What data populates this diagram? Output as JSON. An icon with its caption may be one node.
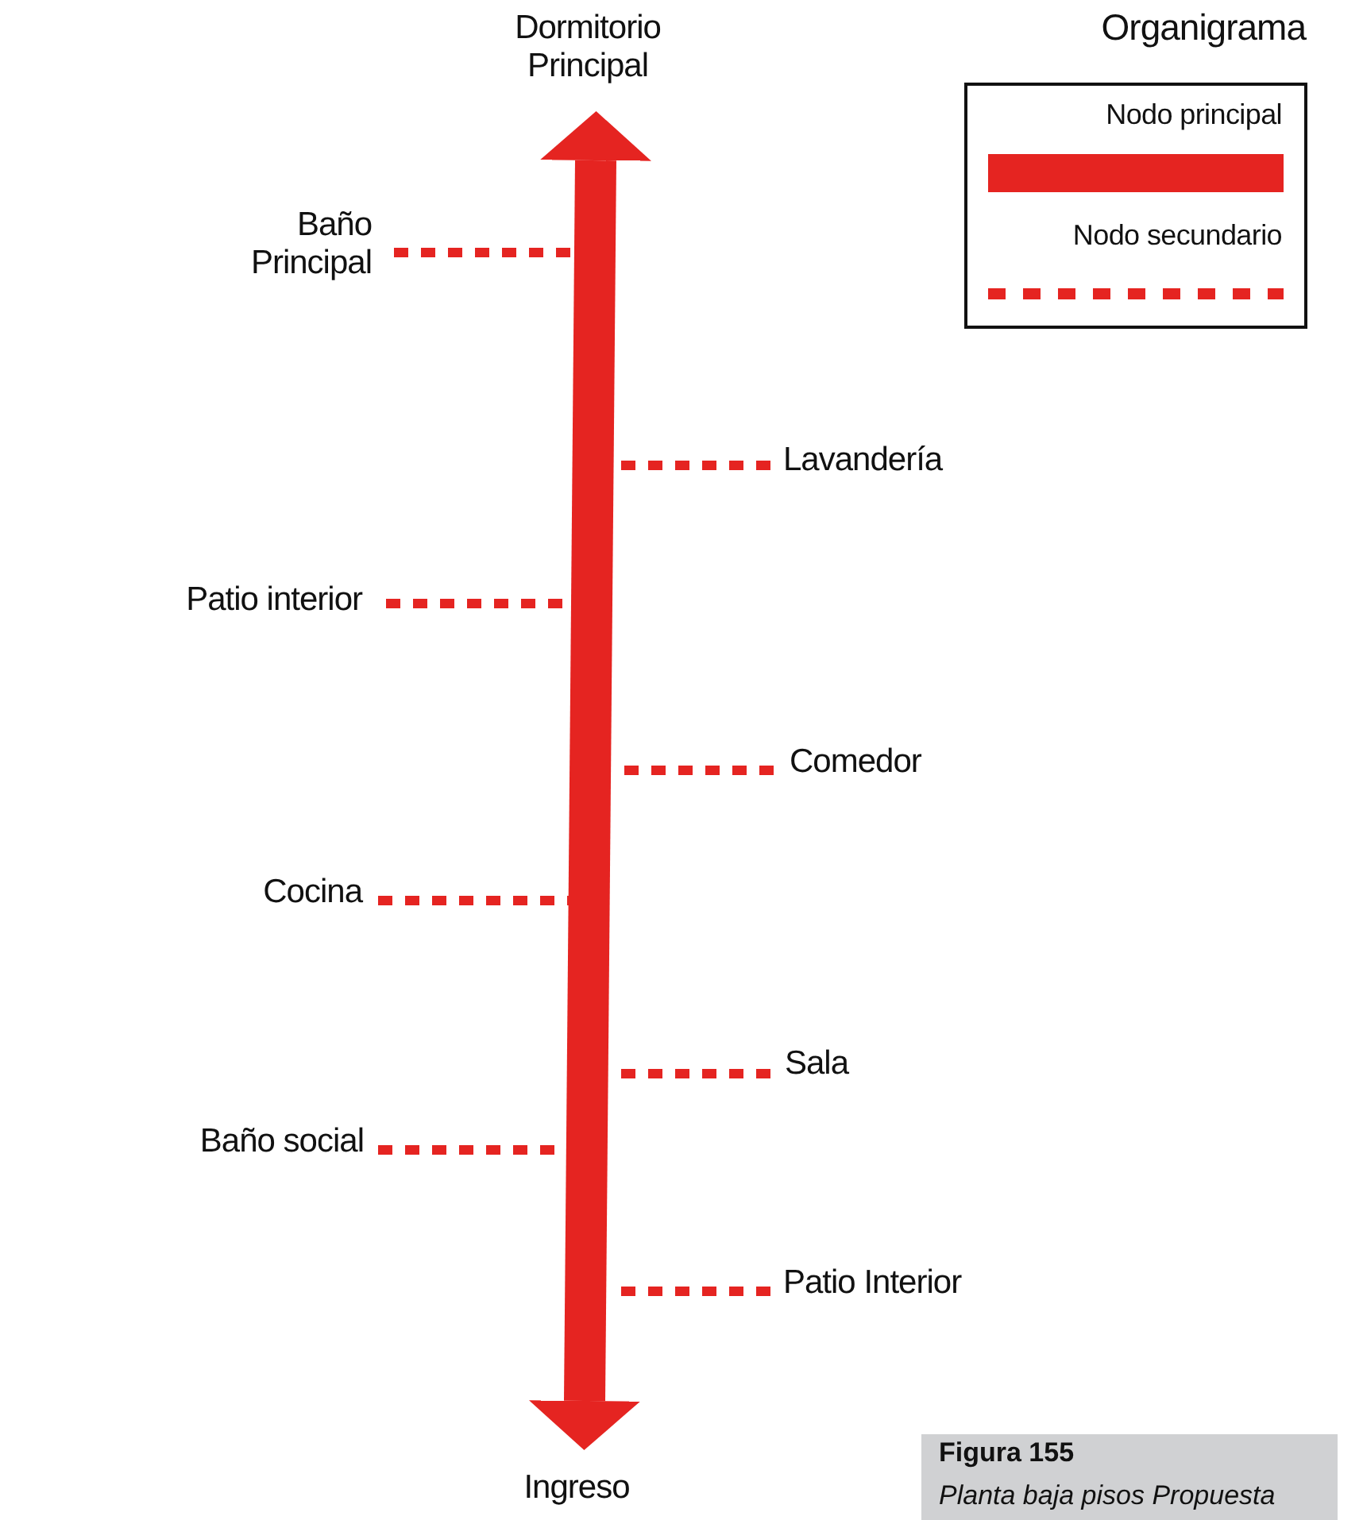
{
  "diagram": {
    "title": "Organigrama",
    "nodes": [
      {
        "text": [
          "Dormitorio Principal"
        ]
      },
      {
        "text": [
          "Baño Principal"
        ]
      },
      {
        "text": [
          "Lavandería"
        ]
      },
      {
        "text": [
          "Patio interior"
        ]
      },
      {
        "text": [
          "Comedor"
        ]
      },
      {
        "text": [
          "Cocina"
        ]
      },
      {
        "text": [
          "Sala"
        ]
      },
      {
        "text": [
          "Baño social"
        ]
      },
      {
        "text": [
          "Patio Interior"
        ]
      },
      {
        "text": [
          "Ingreso"
        ]
      }
    ],
    "edges": [
      {
        "from": 9,
        "to": 0,
        "arrow": "both",
        "style": "thick"
      },
      {
        "from": 1,
        "to": null,
        "arrow": "none",
        "style": "dashed"
      },
      {
        "from": 2,
        "to": null,
        "arrow": "none",
        "style": "dashed"
      },
      {
        "from": 3,
        "to": null,
        "arrow": "none",
        "style": "dashed"
      },
      {
        "from": 4,
        "to": null,
        "arrow": "none",
        "style": "dashed"
      },
      {
        "from": 5,
        "to": null,
        "arrow": "none",
        "style": "dashed"
      },
      {
        "from": 6,
        "to": null,
        "arrow": "none",
        "style": "dashed"
      },
      {
        "from": 7,
        "to": null,
        "arrow": "none",
        "style": "dashed"
      },
      {
        "from": 8,
        "to": null,
        "arrow": "none",
        "style": "dashed"
      }
    ],
    "labels": [
      "Figura 155",
      "Planta baja pisos Propuesta"
    ],
    "legend": [
      {
        "text": "Nodo principal"
      },
      {
        "text": "Nodo secundario"
      }
    ]
  }
}
